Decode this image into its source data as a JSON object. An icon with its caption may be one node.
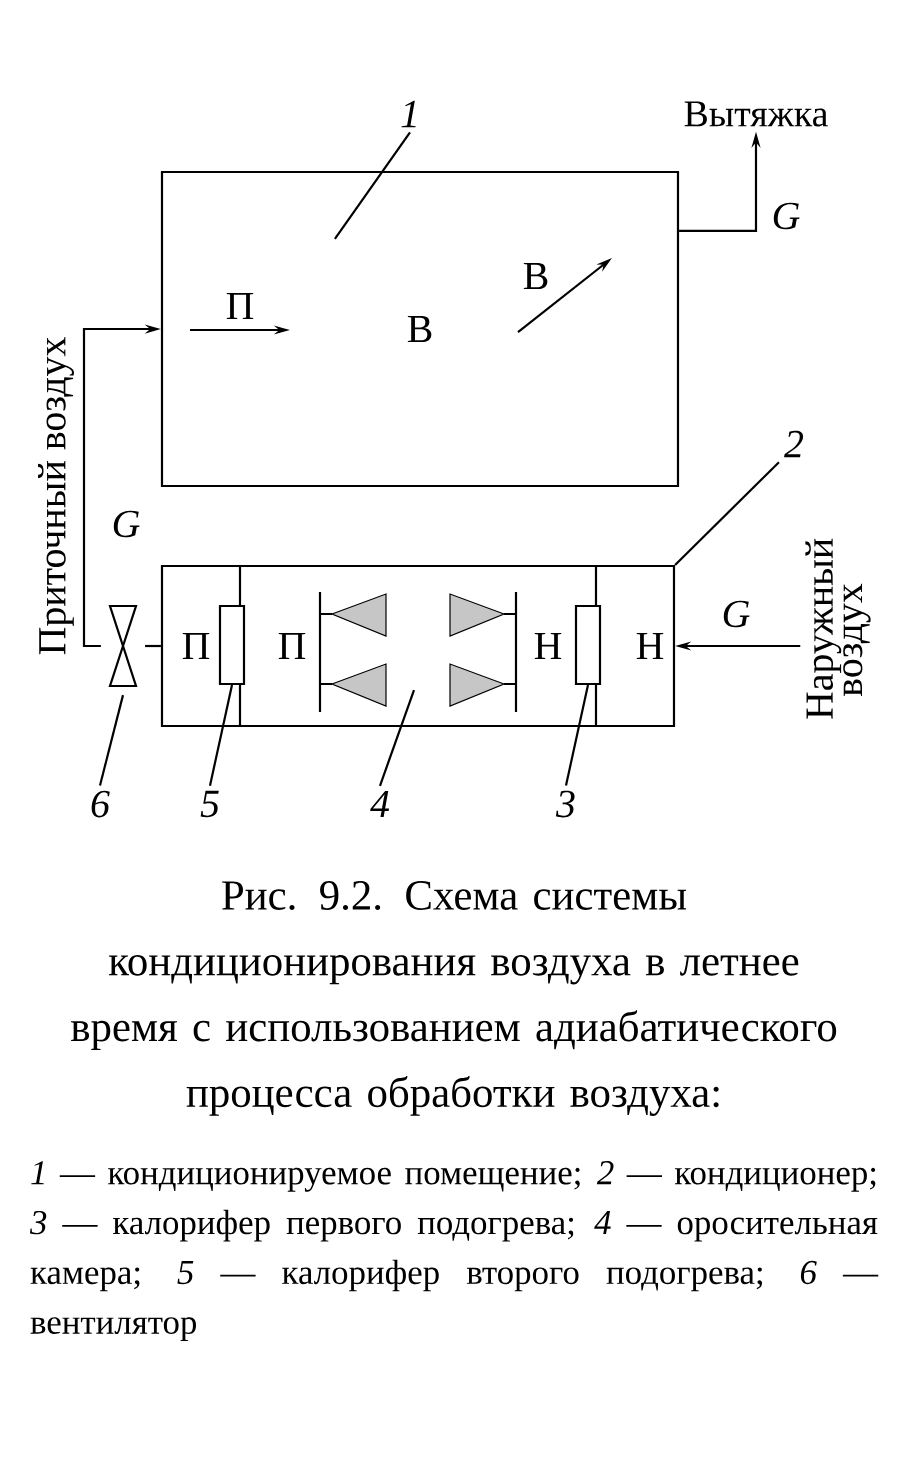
{
  "diagram": {
    "caption": "Рис. 9.2. Схема системы кондиционирования воздуха в летнее время с использованием адиабатического процесса обработки воздуха:",
    "nodes": [
      {
        "text": [
          "В"
        ]
      },
      {
        "text": [],
        "shape": "box"
      },
      {
        "text": [],
        "shape": "box",
        "in": 1
      },
      {
        "text": [],
        "shape": "box",
        "in": 1
      },
      {
        "text": [],
        "shape": "bowtie"
      },
      {
        "text": [
          "Вытяжка"
        ]
      },
      {
        "text": [
          "Наружный воздух"
        ]
      },
      {
        "text": [
          "1"
        ]
      },
      {
        "text": [
          "2"
        ]
      },
      {
        "text": [
          "6"
        ]
      },
      {
        "text": [
          "5"
        ]
      },
      {
        "text": [
          "4"
        ]
      },
      {
        "text": [
          "3"
        ]
      }
    ],
    "edges": [
      {
        "from": 0,
        "to": 5,
        "arrow": "to",
        "label": "G"
      },
      {
        "from": 6,
        "to": 1,
        "arrow": "to",
        "label": "G"
      },
      {
        "from": 1,
        "to": 4,
        "arrow": "none"
      },
      {
        "from": 4,
        "to": 0,
        "arrow": "to",
        "label": "G"
      },
      {
        "from": 7,
        "to": 0,
        "arrow": "none"
      },
      {
        "from": 8,
        "to": 1,
        "arrow": "none"
      },
      {
        "from": 9,
        "to": 4,
        "arrow": "none"
      },
      {
        "from": 10,
        "to": 2,
        "arrow": "none"
      },
      {
        "from": 11,
        "to": null,
        "arrow": "none"
      },
      {
        "from": 12,
        "to": 3,
        "arrow": "none"
      }
    ],
    "labels": [
      "П",
      "В",
      "П",
      "П",
      "Н",
      "Н",
      "Приточный воздух",
      "*1* — кондиционируемое помещение; *2* — кондиционер; *3* — калорифер первого подогрева; *4* — оросительная камера; *5* — калорифер второго подогрева; *6* — вентилятор"
    ]
  }
}
